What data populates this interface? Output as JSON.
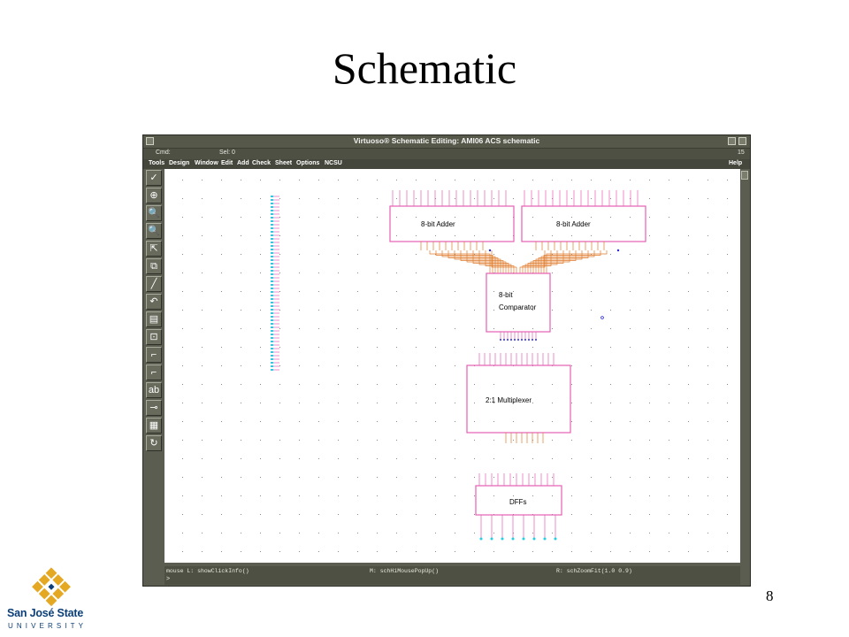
{
  "slide": {
    "title": "Schematic",
    "page_number": "8",
    "logo": {
      "name": "San José State",
      "sub": "UNIVERSITY"
    }
  },
  "window": {
    "title": "Virtuoso® Schematic Editing: AMI06 ACS schematic",
    "cmd_label": "Cmd:",
    "sel_label": "Sel: 0",
    "counter": "15",
    "menus": [
      "Tools",
      "Design",
      "Window",
      "Edit",
      "Add",
      "Check",
      "Sheet",
      "Options",
      "NCSU"
    ],
    "help": "Help",
    "status": {
      "left": "mouse L: showClickInfo()",
      "middle": "M: schHiMousePopUp()",
      "right": "R: schZoomFit(1.0 0.9)"
    },
    "prompt": ">"
  },
  "toolbar_icons": [
    "check-icon",
    "zoom-fit-icon",
    "zoom-in-icon",
    "zoom-out-icon",
    "stretch-icon",
    "copy-icon",
    "wire-icon",
    "undo-icon",
    "property-icon",
    "instance-icon",
    "pin-icon",
    "net-icon",
    "label-icon",
    "symbol-icon",
    "cellview-icon",
    "descend-icon"
  ],
  "schematic": {
    "blocks": [
      {
        "id": "adder-1",
        "label": "8-bit Adder"
      },
      {
        "id": "adder-2",
        "label": "8-bit Adder"
      },
      {
        "id": "comparator",
        "label_line1": "8-bit",
        "label_line2": "Comparator"
      },
      {
        "id": "multiplexer",
        "label": "2:1 Multiplexer"
      },
      {
        "id": "dffs",
        "label": "DFFs"
      }
    ],
    "colors": {
      "block": "#e75fb5",
      "wire": "#e07b2c",
      "pin": "#23cfe4",
      "net_dot": "#2828d8",
      "grid": "#8a8a8a"
    }
  }
}
